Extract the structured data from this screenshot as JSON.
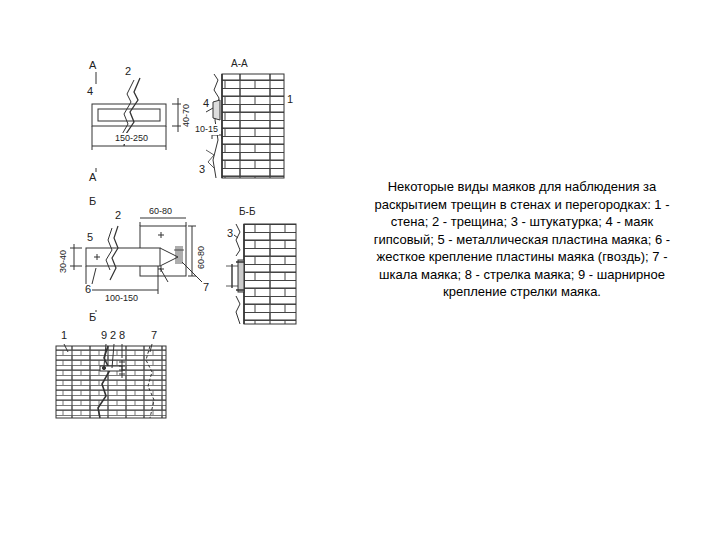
{
  "diagram": {
    "caption": "Некоторые виды маяков для наблюдения за раскрытием трещин в стенах и перегородках: 1 - стена; 2 - трещина; 3 - штукатурка; 4 - маяк гипсовый; 5 - металлическая пластина маяка; 6 - жесткое крепление пластины маяка (гвоздь); 7 - шкала маяка; 8 - стрелка маяка; 9 - шарнирное крепление стрелки маяка.",
    "labels": [
      "А",
      "2",
      "4",
      "40-70",
      "150-250",
      "А",
      "А-А",
      "4",
      "1",
      "10-15",
      "3",
      "Б",
      "2",
      "60-80",
      "5",
      "30-40",
      "6",
      "100-150",
      "60-80",
      "7",
      "Б",
      "Б-Б",
      "3",
      "1",
      "9",
      "2",
      "8",
      "7"
    ]
  }
}
